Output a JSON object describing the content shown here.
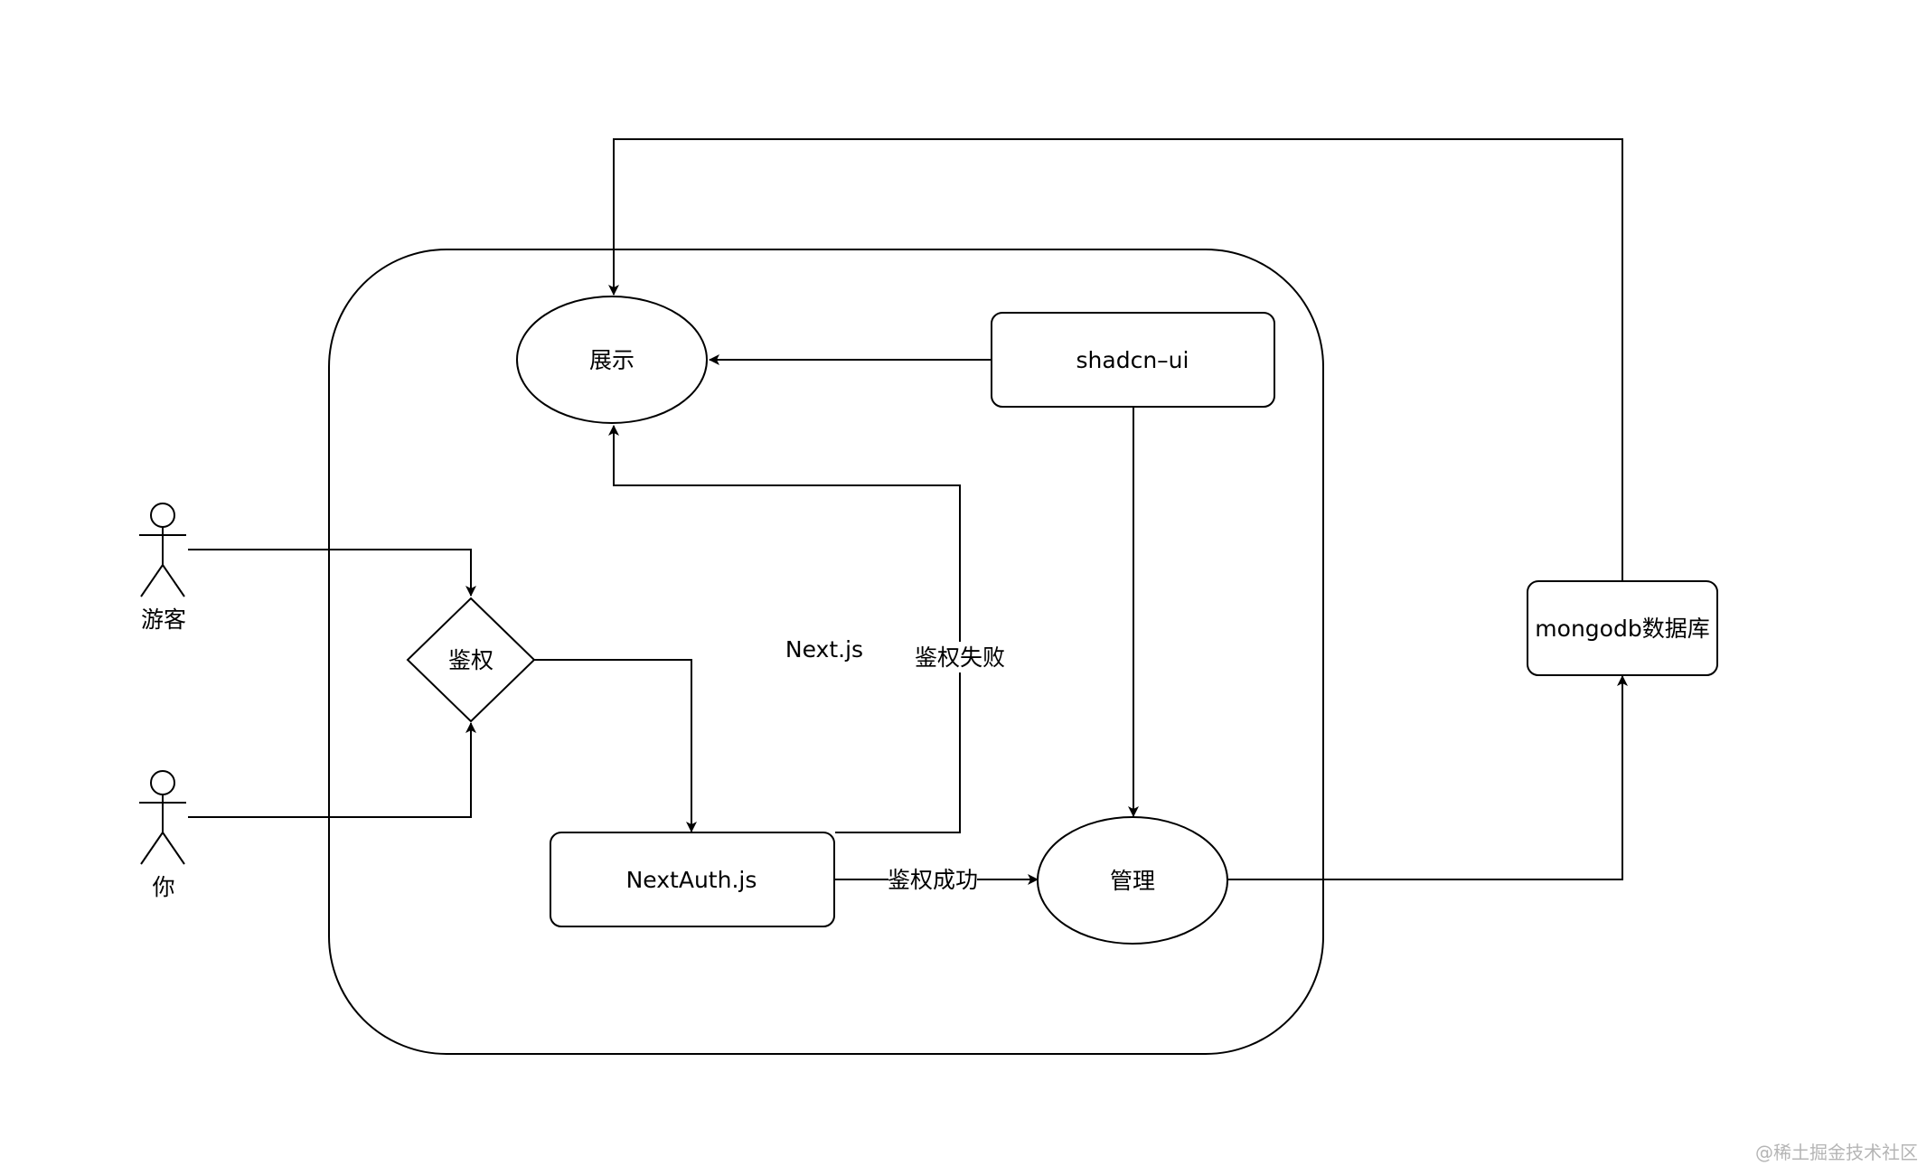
{
  "container": {
    "label": "Next.js"
  },
  "nodes": {
    "display": "展示",
    "shadcn": "shadcn–ui",
    "auth_check": "鉴权",
    "nextauth": "NextAuth.js",
    "manage": "管理",
    "mongodb": "mongodb数据库",
    "actor_guest": "游客",
    "actor_you": "你"
  },
  "edges": {
    "auth_fail": "鉴权失败",
    "auth_success": "鉴权成功"
  },
  "watermark": "@稀土掘金技术社区"
}
